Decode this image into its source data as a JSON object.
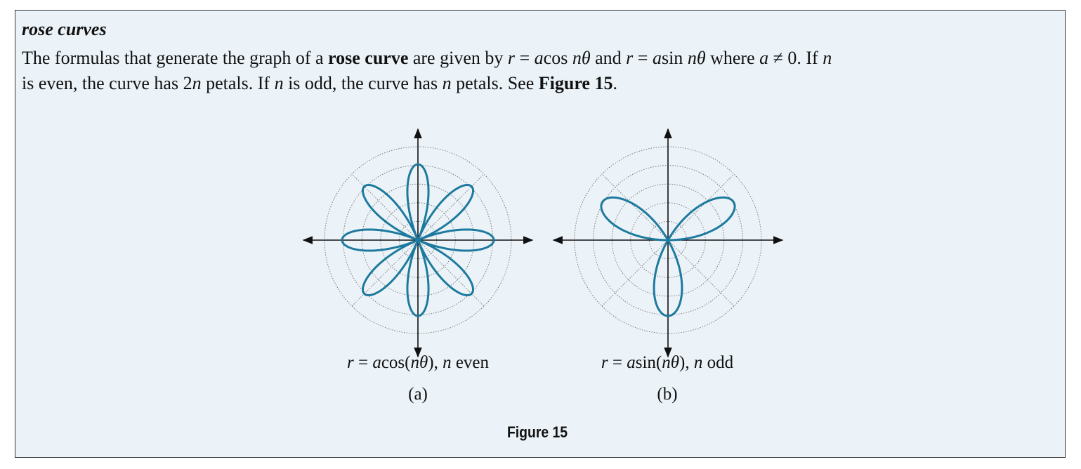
{
  "callout": {
    "heading": "rose curves",
    "line1": {
      "t1": "The formulas that generate the graph of a ",
      "bold_term": "rose curve",
      "t2": " are given by ",
      "eq1_r": "r",
      "eq1_mid": " = ",
      "eq1_a": "a",
      "eq1_fn": "cos ",
      "eq1_arg": "nθ",
      "t3": " and ",
      "eq2_r": "r",
      "eq2_mid": " = ",
      "eq2_a": "a",
      "eq2_fn": "sin ",
      "eq2_arg": "nθ",
      "t4": " where ",
      "cond_a": "a",
      "cond_rest": " ≠ 0. If ",
      "n_var": "n"
    },
    "line2": {
      "t1": "is even, the curve has 2",
      "n1": "n",
      "t2": " petals. If ",
      "n2": "n",
      "t3": " is odd, the curve has ",
      "n3": "n",
      "t4": " petals. See ",
      "fig_ref": "Figure 15",
      "t5": "."
    }
  },
  "figure": {
    "caption": "Figure 15",
    "panels": [
      {
        "id": "a",
        "eq_r": "r",
        "eq_mid": " = ",
        "eq_a": "a",
        "eq_fn": "cos(",
        "eq_arg": "nθ",
        "eq_close": "), ",
        "eq_n": "n",
        "eq_parity": " even",
        "label": "(a)"
      },
      {
        "id": "b",
        "eq_r": "r",
        "eq_mid": " = ",
        "eq_a": "a",
        "eq_fn": "sin(",
        "eq_arg": "nθ",
        "eq_close": "), ",
        "eq_n": "n",
        "eq_parity": " odd",
        "label": "(b)"
      }
    ]
  },
  "chart_data": [
    {
      "type": "polar",
      "function": "r = a·cos(4θ)",
      "a": 1,
      "n": 4,
      "petals": 8,
      "grid_circles": 5,
      "radial_lines": true,
      "curve_color": "#1d7a9e"
    },
    {
      "type": "polar",
      "function": "r = a·sin(3θ)",
      "a": 1,
      "n": 3,
      "petals": 3,
      "grid_circles": 5,
      "radial_lines": true,
      "curve_color": "#1d7a9e"
    }
  ],
  "colors": {
    "box_bg": "#ecf3f8",
    "border": "#333333",
    "curve": "#1d7a9e"
  }
}
